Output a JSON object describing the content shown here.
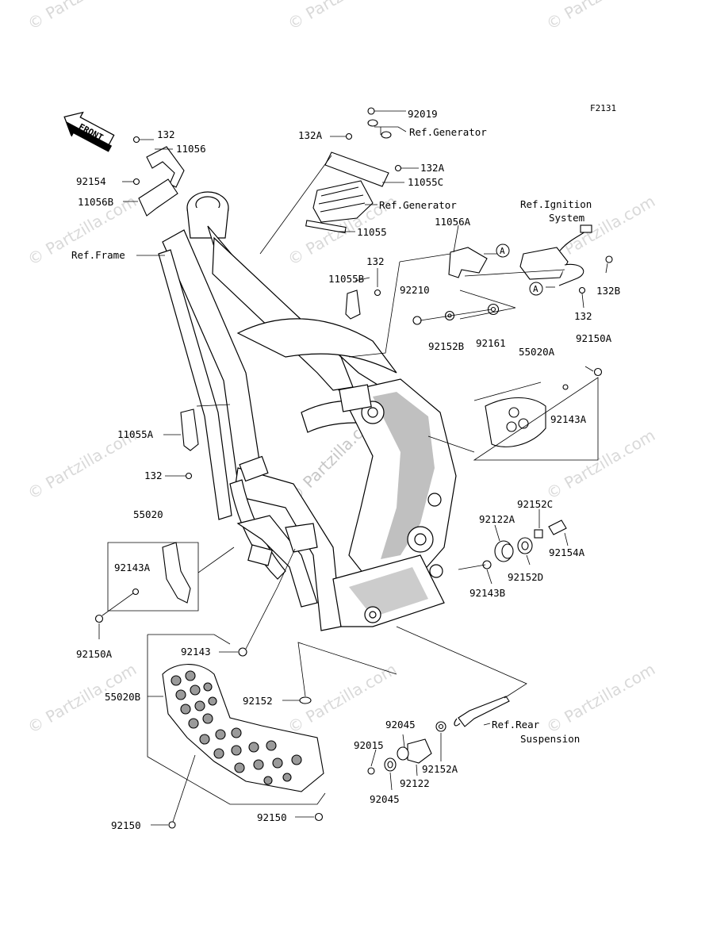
{
  "figure_code": "F2131",
  "front_label": "FRONT",
  "watermarks": {
    "small": "© Partzilla",
    "center": "© Partzilla.com",
    "side": "© Partzilla.com"
  },
  "callout_markers": [
    "A",
    "A"
  ],
  "labels": {
    "p92019": "92019",
    "p132_top": "132",
    "p11056": "11056",
    "p132A_1": "132A",
    "ref_generator_1": "Ref.Generator",
    "p132A_2": "132A",
    "p92154": "92154",
    "p11055C": "11055C",
    "p11056B": "11056B",
    "ref_generator_2": "Ref.Generator",
    "ref_ignition": "Ref.Ignition",
    "ignition_system": "System",
    "p11055": "11055",
    "p11056A": "11056A",
    "ref_frame": "Ref.Frame",
    "p132_mid": "132",
    "p11055B": "11055B",
    "p92210": "92210",
    "p132B": "132B",
    "p132_right": "132",
    "p92152B": "92152B",
    "p92161": "92161",
    "p55020A": "55020A",
    "p92150A_top": "92150A",
    "p92143A_right": "92143A",
    "p11055A": "11055A",
    "p132_left": "132",
    "p55020": "55020",
    "p92152C": "92152C",
    "p92122A": "92122A",
    "p92154A": "92154A",
    "p92143A_left": "92143A",
    "p92152D": "92152D",
    "p92143B": "92143B",
    "p92150A_left": "92150A",
    "p92143": "92143",
    "p55020B": "55020B",
    "p92152": "92152",
    "ref_rear": "Ref.Rear",
    "suspension": "Suspension",
    "p92045_top": "92045",
    "p92015": "92015",
    "p92152A": "92152A",
    "p92122": "92122",
    "p92045_bottom": "92045",
    "p92150_left": "92150",
    "p92150_bottom": "92150"
  }
}
